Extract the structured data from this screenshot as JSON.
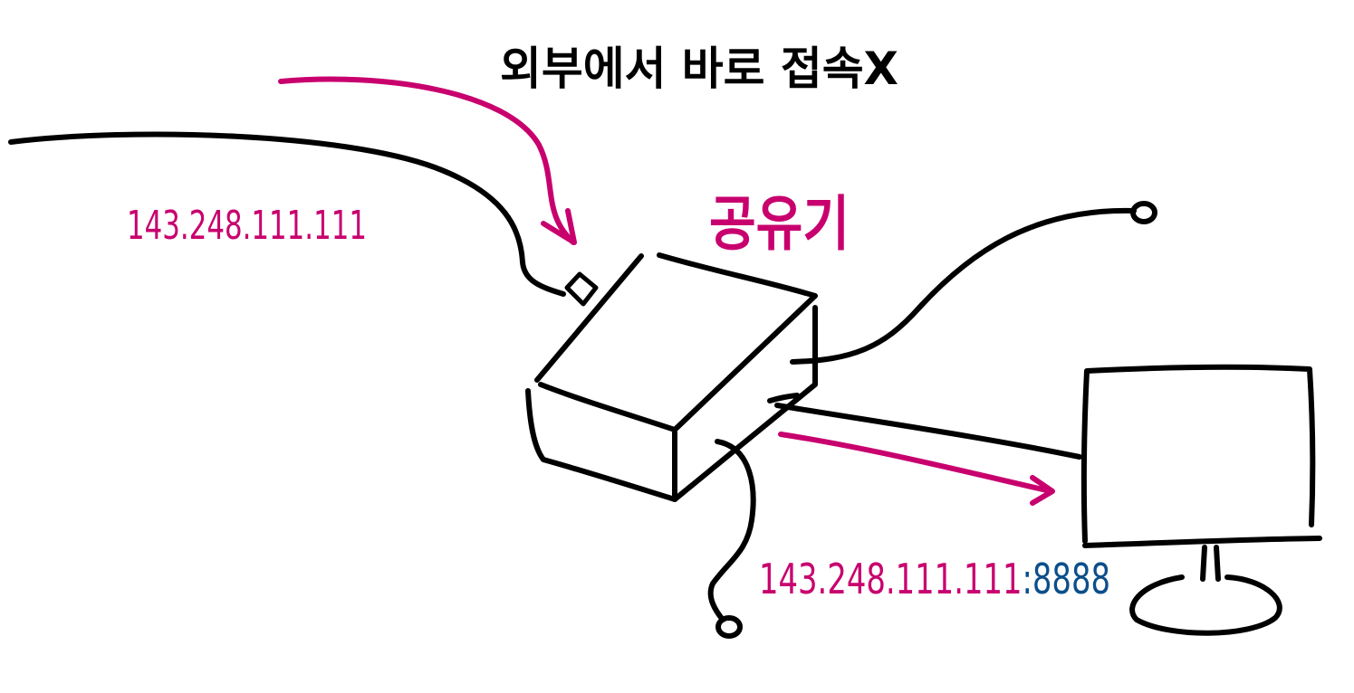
{
  "title": "외부에서 바로 접속X",
  "router_label": "공유기",
  "external_ip": "143.248.111.111",
  "forward_address": {
    "ip": "143.248.111.111",
    "separator": ":",
    "port": "8888"
  },
  "colors": {
    "ink": "#000000",
    "accent": "#c8006e",
    "port": "#0b4f8a"
  }
}
